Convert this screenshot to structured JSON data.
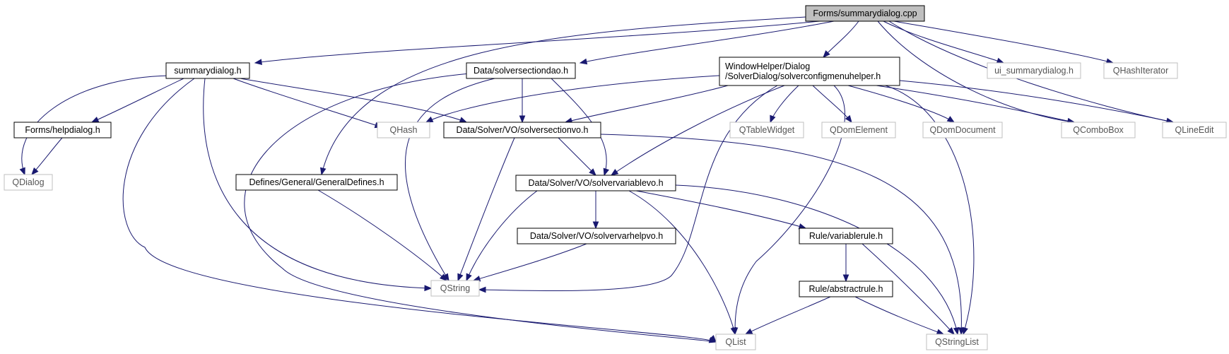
{
  "graph": {
    "root": "n0",
    "nodes": [
      {
        "id": "n0",
        "kind": "root",
        "lines": [
          "Forms/summarydialog.cpp"
        ]
      },
      {
        "id": "n1",
        "kind": "internal",
        "lines": [
          "summarydialog.h"
        ]
      },
      {
        "id": "n2",
        "kind": "internal",
        "lines": [
          "Data/solversectiondao.h"
        ]
      },
      {
        "id": "n3",
        "kind": "internal",
        "lines": [
          "WindowHelper/Dialog",
          "/SolverDialog/solverconfigmenuhelper.h"
        ]
      },
      {
        "id": "n4",
        "kind": "external",
        "lines": [
          "ui_summarydialog.h"
        ]
      },
      {
        "id": "n5",
        "kind": "external",
        "lines": [
          "QHashIterator"
        ]
      },
      {
        "id": "n6",
        "kind": "internal",
        "lines": [
          "Forms/helpdialog.h"
        ]
      },
      {
        "id": "n7",
        "kind": "external",
        "lines": [
          "QHash"
        ]
      },
      {
        "id": "n8",
        "kind": "internal",
        "lines": [
          "Data/Solver/VO/solversectionvo.h"
        ]
      },
      {
        "id": "n9",
        "kind": "external",
        "lines": [
          "QTableWidget"
        ]
      },
      {
        "id": "n10",
        "kind": "external",
        "lines": [
          "QDomElement"
        ]
      },
      {
        "id": "n11",
        "kind": "external",
        "lines": [
          "QDomDocument"
        ]
      },
      {
        "id": "n12",
        "kind": "external",
        "lines": [
          "QComboBox"
        ]
      },
      {
        "id": "n13",
        "kind": "external",
        "lines": [
          "QLineEdit"
        ]
      },
      {
        "id": "n14",
        "kind": "external",
        "lines": [
          "QDialog"
        ]
      },
      {
        "id": "n15",
        "kind": "internal",
        "lines": [
          "Defines/General/GeneralDefines.h"
        ]
      },
      {
        "id": "n16",
        "kind": "internal",
        "lines": [
          "Data/Solver/VO/solvervariablevo.h"
        ]
      },
      {
        "id": "n17",
        "kind": "internal",
        "lines": [
          "Data/Solver/VO/solvervarhelpvo.h"
        ]
      },
      {
        "id": "n18",
        "kind": "internal",
        "lines": [
          "Rule/variablerule.h"
        ]
      },
      {
        "id": "n19",
        "kind": "internal",
        "lines": [
          "Rule/abstractrule.h"
        ]
      },
      {
        "id": "n20",
        "kind": "external",
        "lines": [
          "QString"
        ]
      },
      {
        "id": "n21",
        "kind": "external",
        "lines": [
          "QList"
        ]
      },
      {
        "id": "n22",
        "kind": "external",
        "lines": [
          "QStringList"
        ]
      }
    ],
    "edges": [
      {
        "from": "n0",
        "to": "n1"
      },
      {
        "from": "n0",
        "to": "n2"
      },
      {
        "from": "n0",
        "to": "n3"
      },
      {
        "from": "n0",
        "to": "n4"
      },
      {
        "from": "n0",
        "to": "n5"
      },
      {
        "from": "n0",
        "to": "n15"
      },
      {
        "from": "n0",
        "to": "n12"
      },
      {
        "from": "n0",
        "to": "n13"
      },
      {
        "from": "n1",
        "to": "n14"
      },
      {
        "from": "n1",
        "to": "n6"
      },
      {
        "from": "n1",
        "to": "n7"
      },
      {
        "from": "n1",
        "to": "n8"
      },
      {
        "from": "n1",
        "to": "n20"
      },
      {
        "from": "n1",
        "to": "n21"
      },
      {
        "from": "n6",
        "to": "n14"
      },
      {
        "from": "n2",
        "to": "n8"
      },
      {
        "from": "n2",
        "to": "n16"
      },
      {
        "from": "n2",
        "to": "n20"
      },
      {
        "from": "n2",
        "to": "n21"
      },
      {
        "from": "n3",
        "to": "n7"
      },
      {
        "from": "n3",
        "to": "n8"
      },
      {
        "from": "n3",
        "to": "n9"
      },
      {
        "from": "n3",
        "to": "n10"
      },
      {
        "from": "n3",
        "to": "n11"
      },
      {
        "from": "n3",
        "to": "n12"
      },
      {
        "from": "n3",
        "to": "n13"
      },
      {
        "from": "n3",
        "to": "n16"
      },
      {
        "from": "n3",
        "to": "n20"
      },
      {
        "from": "n3",
        "to": "n21"
      },
      {
        "from": "n3",
        "to": "n22"
      },
      {
        "from": "n8",
        "to": "n16"
      },
      {
        "from": "n8",
        "to": "n20"
      },
      {
        "from": "n8",
        "to": "n22"
      },
      {
        "from": "n15",
        "to": "n20"
      },
      {
        "from": "n16",
        "to": "n17"
      },
      {
        "from": "n16",
        "to": "n18"
      },
      {
        "from": "n16",
        "to": "n20"
      },
      {
        "from": "n16",
        "to": "n21"
      },
      {
        "from": "n16",
        "to": "n22"
      },
      {
        "from": "n17",
        "to": "n20"
      },
      {
        "from": "n18",
        "to": "n19"
      },
      {
        "from": "n18",
        "to": "n22"
      },
      {
        "from": "n19",
        "to": "n21"
      },
      {
        "from": "n19",
        "to": "n22"
      }
    ],
    "colors": {
      "edge": "#191970",
      "root_fill": "#bfbfbf",
      "external_border": "#bfbfbf",
      "internal_border": "#000000"
    }
  }
}
